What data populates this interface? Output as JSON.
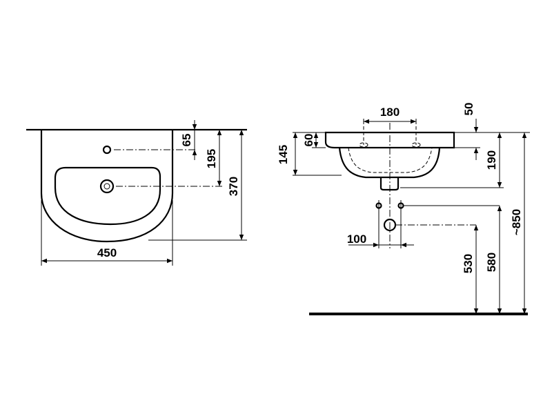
{
  "top_view": {
    "dims": {
      "tap_hole_offset": "65",
      "drain_offset": "195",
      "depth": "370",
      "width": "450"
    }
  },
  "side_view": {
    "dims": {
      "tap_spacing": "180",
      "rim_thickness": "50",
      "bowl_height": "145",
      "rim_height": "60",
      "depth_to_waste": "190",
      "waste_spacing": "100",
      "waste_height": "530",
      "fixing_height": "580",
      "rim_from_floor": "~850"
    }
  }
}
